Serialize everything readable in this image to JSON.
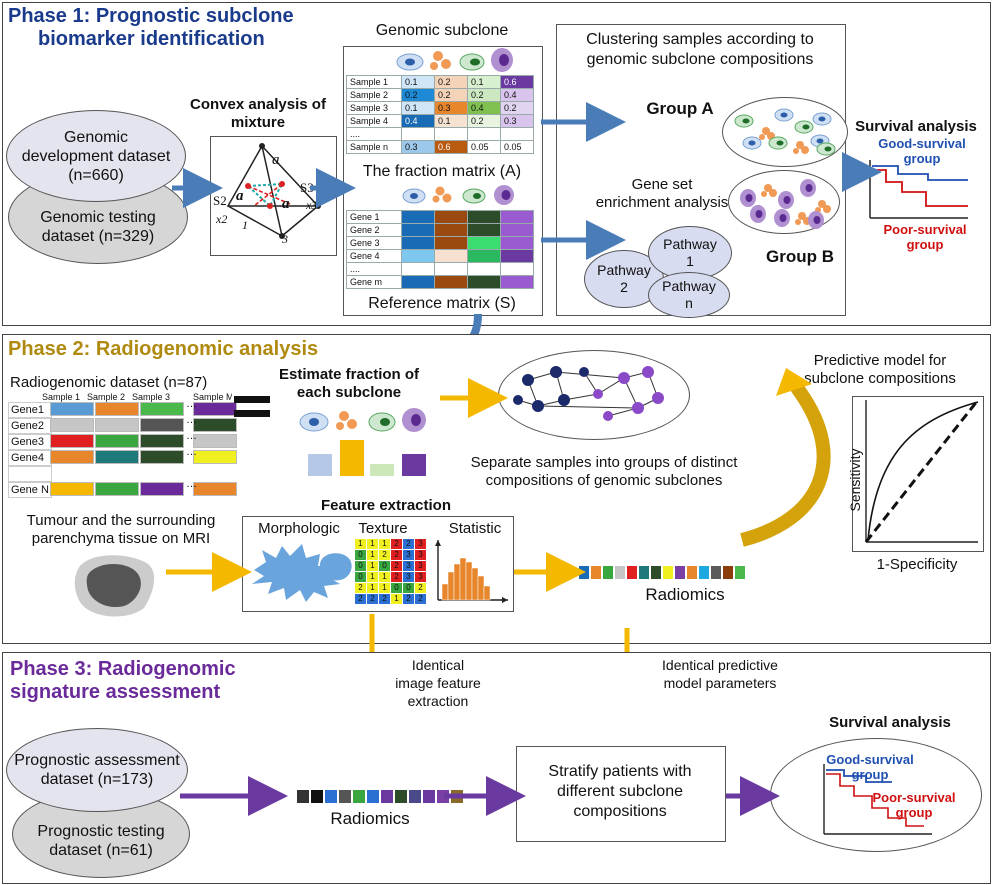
{
  "phase1": {
    "title_line1": "Phase 1: Prognostic subclone",
    "title_line2": "biomarker identification",
    "dev_dataset": {
      "line1": "Genomic",
      "line2": "development dataset",
      "line3": "(n=660)"
    },
    "test_dataset": {
      "line1": "Genomic testing",
      "line2": "dataset (n=329)"
    },
    "convex_title_line1": "Convex analysis of",
    "convex_title_line2": "mixture",
    "triangle_labels": {
      "a_top": "a",
      "a_mid": "a",
      "a_right": "a",
      "s2": "S2",
      "s3": "S3",
      "x2": "x2",
      "x3": "x3",
      "n1": "1",
      "n3": "3"
    },
    "genomic_subclone_label": "Genomic subclone",
    "fraction_matrix": {
      "rows": [
        {
          "label": "Sample 1",
          "values": [
            "0.1",
            "0.2",
            "0.1",
            "0.6"
          ]
        },
        {
          "label": "Sample 2",
          "values": [
            "0.2",
            "0.2",
            "0.2",
            "0.4"
          ]
        },
        {
          "label": "Sample 3",
          "values": [
            "0.1",
            "0.3",
            "0.4",
            "0.2"
          ]
        },
        {
          "label": "Sample 4",
          "values": [
            "0.4",
            "0.1",
            "0.2",
            "0.3"
          ]
        },
        {
          "label": "....",
          "values": [
            "",
            "",
            "",
            ""
          ]
        },
        {
          "label": "Sample n",
          "values": [
            "0.3",
            "0.6",
            "0.05",
            "0.05"
          ]
        }
      ],
      "caption": "The fraction matrix (A)"
    },
    "reference_matrix": {
      "rows": [
        "Gene 1",
        "Gene 2",
        "Gene 3",
        "Gene 4",
        "....",
        "Gene m"
      ],
      "caption": "Reference matrix (S)"
    },
    "clustering_text_line1": "Clustering samples according to",
    "clustering_text_line2": "genomic subclone compositions",
    "group_a": "Group A",
    "group_b": "Group B",
    "gene_set_line1": "Gene set",
    "gene_set_line2": "enrichment analysis",
    "pathways": {
      "p1_line1": "Pathway",
      "p1_line2": "1",
      "p2_line1": "Pathway",
      "p2_line2": "2",
      "pn_line1": "Pathway",
      "pn_line2": "n"
    },
    "survival_title": "Survival analysis",
    "good_line1": "Good-survival",
    "good_line2": "group",
    "poor_line1": "Poor-survival",
    "poor_line2": "group"
  },
  "phase2": {
    "title": "Phase 2: Radiogenomic analysis",
    "dataset_label": "Radiogenomic dataset (n=87)",
    "sample_headers": [
      "Sample 1",
      "Sample 2",
      "Sample 3",
      "Sample M"
    ],
    "gene_rows": [
      "Gene1",
      "Gene2",
      "Gene3",
      "Gene4",
      "",
      "Gene N"
    ],
    "estimate_line1": "Estimate fraction of",
    "estimate_line2": "each subclone",
    "separate_line1": "Separate samples into groups of distinct",
    "separate_line2": "compositions of genomic subclones",
    "predictive_line1": "Predictive model for",
    "predictive_line2": "subclone compositions",
    "roc_ylabel": "Sensitivity",
    "roc_xlabel": "1-Specificity",
    "tumour_line1": "Tumour and the surrounding",
    "tumour_line2": "parenchyma tissue on MRI",
    "feature_extraction": "Feature extraction",
    "morphologic": "Morphologic",
    "texture": "Texture",
    "statistic": "Statistic",
    "texture_grid": [
      [
        "1",
        "1",
        "1",
        "2",
        "2",
        "3"
      ],
      [
        "0",
        "1",
        "2",
        "2",
        "3",
        "3"
      ],
      [
        "0",
        "1",
        "0",
        "2",
        "3",
        "3"
      ],
      [
        "0",
        "1",
        "1",
        "2",
        "3",
        "3"
      ],
      [
        "2",
        "1",
        "1",
        "0",
        "0",
        "2"
      ],
      [
        "2",
        "2",
        "2",
        "1",
        "2",
        "2"
      ]
    ],
    "radiomics": "Radiomics",
    "bar_colors": [
      "#1a6bb5",
      "#e8862b",
      "#3aa640",
      "#c6c6c6",
      "#e02020",
      "#1e7a7a",
      "#2d4c2a",
      "#f0ef20",
      "#7a3fa5",
      "#e8862b",
      "#1da8e0",
      "#5b5b5b",
      "#8a3d0a",
      "#4ab84a",
      "#f4a640",
      "#2a6fd1",
      "#6a3d9a",
      "#ffd12b",
      "#93c5ea",
      "#444"
    ]
  },
  "phase3": {
    "title_line1": "Phase 3: Radiogenomic",
    "title_line2": "signature assessment",
    "identical_image_line1": "Identical",
    "identical_image_line2": "image feature",
    "identical_image_line3": "extraction",
    "identical_model_line1": "Identical predictive",
    "identical_model_line2": "model parameters",
    "assessment_line1": "Prognostic assessment",
    "assessment_line2": "dataset (n=173)",
    "testing_line1": "Prognostic testing",
    "testing_line2": "dataset (n=61)",
    "radiomics": "Radiomics",
    "stratify_line1": "Stratify patients with",
    "stratify_line2": "different subclone",
    "stratify_line3": "compositions",
    "survival_title": "Survival analysis",
    "good_line1": "Good-survival",
    "good_line2": "group",
    "poor_line1": "Poor-survival",
    "poor_line2": "group"
  },
  "colors": {
    "phase1_title": "#1a3a8c",
    "phase2_title": "#b08a10",
    "phase3_title": "#6a2a9a",
    "arrow_blue": "#4a7db8",
    "arrow_yellow": "#f5b800",
    "arrow_purple": "#6a3aa0",
    "good": "#1f4fb0",
    "poor": "#d01010"
  }
}
